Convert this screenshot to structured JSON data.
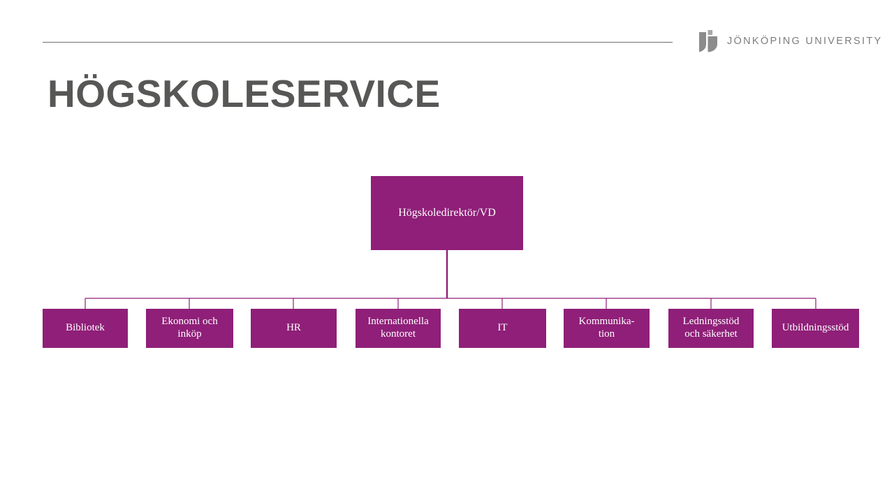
{
  "brand": {
    "logo_icon": "jonkoping-university-shield-j-icon",
    "wordmark": "JÖNKÖPING UNIVERSITY",
    "wordmark_color": "#7d7d7d"
  },
  "header": {
    "rule_color": "#6d6d6d"
  },
  "slide": {
    "title": "HÖGSKOLESERVICE",
    "title_color": "#575756",
    "background": "#ffffff"
  },
  "chart_data": {
    "type": "diagram",
    "diagram_kind": "organization-chart",
    "title": "HÖGSKOLESERVICE",
    "node_fill": "#8f1f78",
    "node_text_color": "#ffffff",
    "connector_color": "#8f1f78",
    "root": {
      "label": "Högskoledirektör/VD"
    },
    "children": [
      {
        "label": "Bibliotek"
      },
      {
        "label": "Ekonomi och\ninköp"
      },
      {
        "label": "HR"
      },
      {
        "label": "Internationella\nkontoret"
      },
      {
        "label": "IT"
      },
      {
        "label": "Kommunika-\ntion"
      },
      {
        "label": "Ledningsstöd\noch säkerhet"
      },
      {
        "label": "Utbildningsstöd"
      }
    ]
  }
}
